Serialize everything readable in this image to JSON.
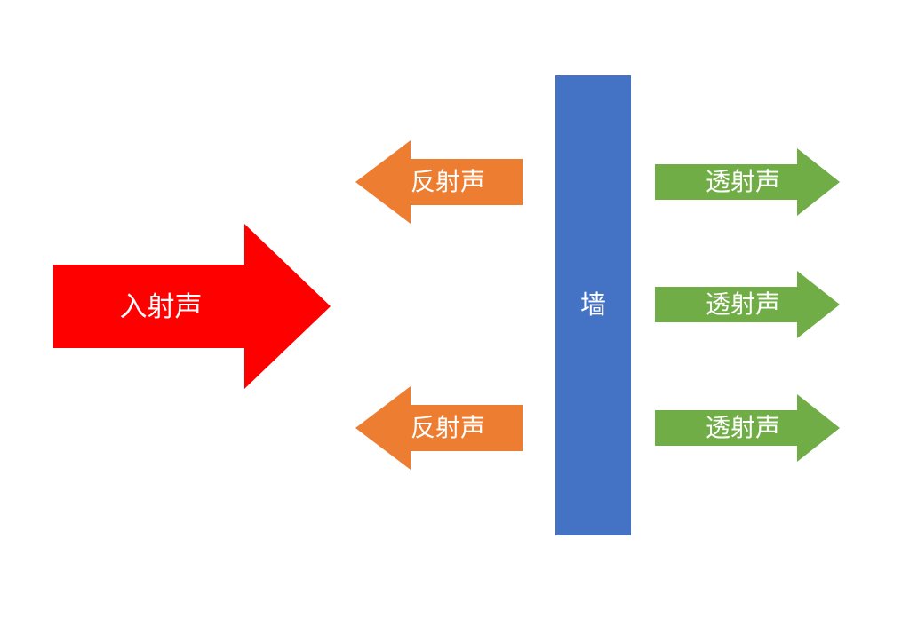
{
  "colors": {
    "red": "#FF0000",
    "orange": "#ED7D31",
    "blue": "#4472C4",
    "green": "#70AD47",
    "label": "#FFFFFF"
  },
  "diagram": {
    "incident": {
      "label": "入射声"
    },
    "wall": {
      "label": "墙"
    },
    "reflected": [
      {
        "label": "反射声"
      },
      {
        "label": "反射声"
      }
    ],
    "transmitted": [
      {
        "label": "透射声"
      },
      {
        "label": "透射声"
      },
      {
        "label": "透射声"
      }
    ]
  }
}
